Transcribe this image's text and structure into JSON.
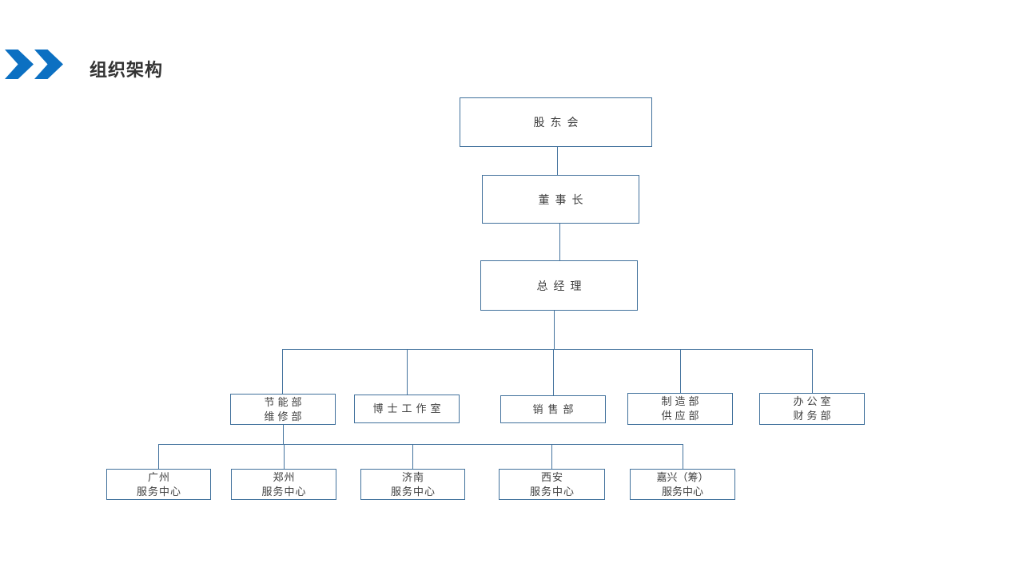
{
  "slide": {
    "title": "组织架构"
  },
  "header": {
    "icons": [
      {
        "name": "chevron-right-icon",
        "shape": "double-right-chevron"
      }
    ]
  },
  "colors": {
    "chevron_blue": "#0C70C2",
    "box_border": "#41719C",
    "connector": "#44739E",
    "title_text": "#333333",
    "box_text": "#404040",
    "background": "#FFFFFF"
  },
  "org_chart": {
    "type": "org-tree",
    "nodes": [
      {
        "id": "gudonghui",
        "level": 1,
        "parent": null,
        "lines": [
          "股东会"
        ]
      },
      {
        "id": "dongshizhang",
        "level": 2,
        "parent": "gudonghui",
        "lines": [
          "董事长"
        ]
      },
      {
        "id": "zongjingli",
        "level": 3,
        "parent": "dongshizhang",
        "lines": [
          "总经理"
        ]
      },
      {
        "id": "jienengbu",
        "level": 4,
        "parent": "zongjingli",
        "lines": [
          "节能部",
          "维修部"
        ]
      },
      {
        "id": "boshigongzuoshi",
        "level": 4,
        "parent": "zongjingli",
        "lines": [
          "博士工作室"
        ]
      },
      {
        "id": "xiaoshoubu",
        "level": 4,
        "parent": "zongjingli",
        "lines": [
          "销售部"
        ]
      },
      {
        "id": "zhizaobu",
        "level": 4,
        "parent": "zongjingli",
        "lines": [
          "制造部",
          "供应部"
        ]
      },
      {
        "id": "bangongshi",
        "level": 4,
        "parent": "zongjingli",
        "lines": [
          "办公室",
          "财务部"
        ]
      },
      {
        "id": "guangzhou",
        "level": 5,
        "parent": "jienengbu",
        "lines": [
          "广州",
          "服务中心"
        ]
      },
      {
        "id": "zhengzhou",
        "level": 5,
        "parent": "jienengbu",
        "lines": [
          "郑州",
          "服务中心"
        ]
      },
      {
        "id": "jinan",
        "level": 5,
        "parent": "jienengbu",
        "lines": [
          "济南",
          "服务中心"
        ]
      },
      {
        "id": "xian",
        "level": 5,
        "parent": "jienengbu",
        "lines": [
          "西安",
          "服务中心"
        ]
      },
      {
        "id": "jiaxing",
        "level": 5,
        "parent": "jienengbu",
        "lines": [
          "嘉兴（筹）",
          "服务中心"
        ]
      }
    ]
  }
}
